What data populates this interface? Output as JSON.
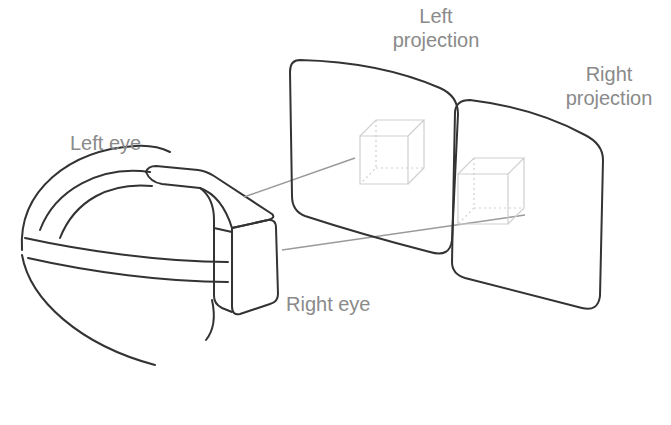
{
  "diagram": {
    "nodes": [
      {
        "text": [
          "Left projection"
        ]
      },
      {
        "text": [
          "Right projection"
        ]
      }
    ],
    "labels": [
      "Left eye",
      "Right eye"
    ]
  }
}
